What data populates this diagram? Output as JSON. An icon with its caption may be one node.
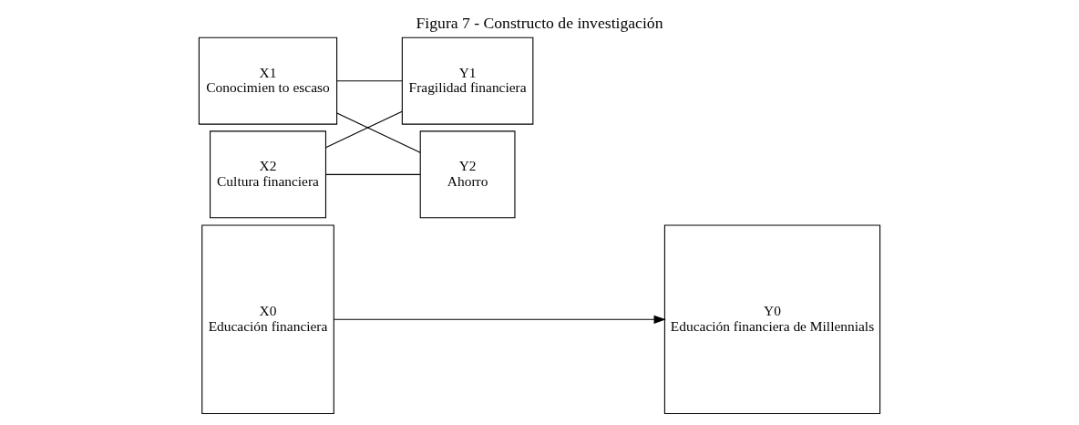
{
  "diagram": {
    "title": "Figura 7 - Constructo de investigación",
    "nodes": [
      {
        "text": [
          "X0",
          "Educación financiera"
        ]
      },
      {
        "text": [
          "X1",
          "Conocimien to escaso"
        ]
      },
      {
        "text": [
          "X2",
          "Cultura financiera"
        ]
      },
      {
        "text": [
          "Y1",
          "Fragilidad financiera"
        ]
      },
      {
        "text": [
          "Y2",
          "Ahorro"
        ]
      },
      {
        "text": [
          "Y0",
          "Educación financiera de Millennials"
        ]
      }
    ],
    "edges": [
      {
        "from": 1,
        "to": 3,
        "arrow": "none"
      },
      {
        "from": 1,
        "to": 4,
        "arrow": "none"
      },
      {
        "from": 2,
        "to": 3,
        "arrow": "none"
      },
      {
        "from": 2,
        "to": 4,
        "arrow": "none"
      },
      {
        "from": 0,
        "to": 5,
        "arrow": "to"
      }
    ]
  }
}
